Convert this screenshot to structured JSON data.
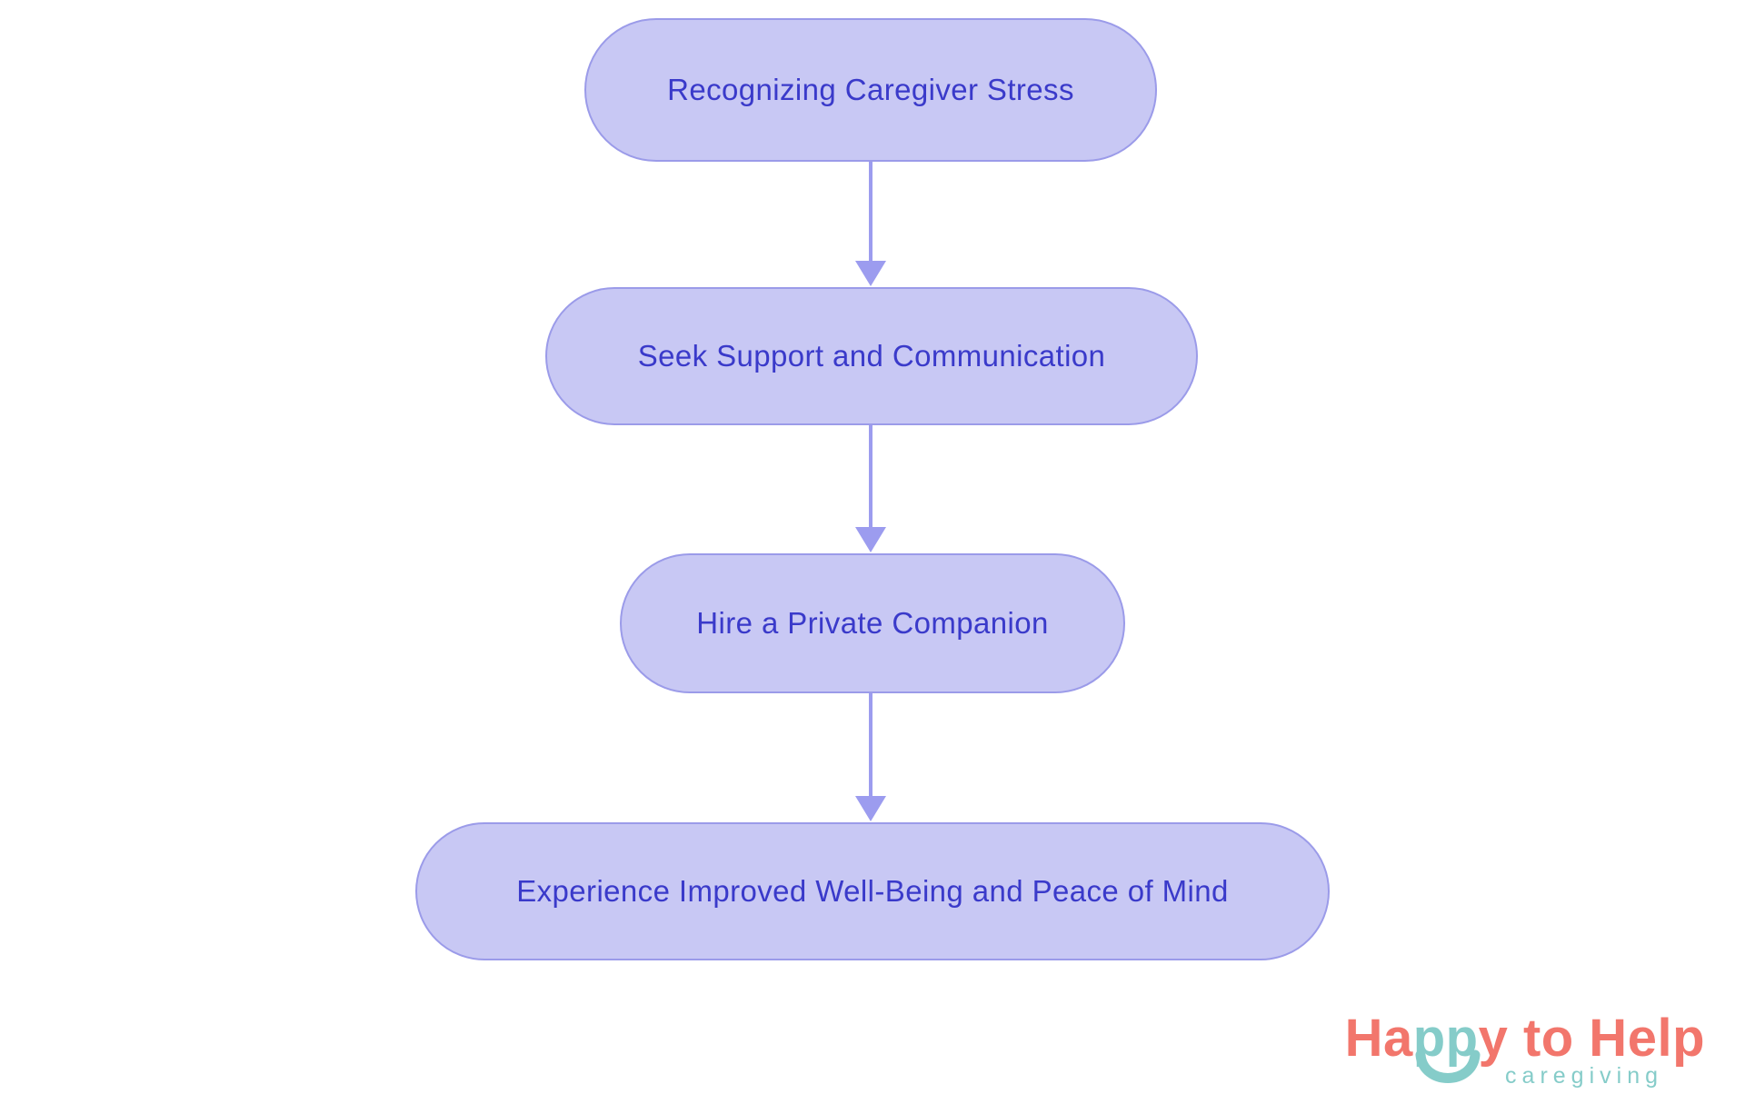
{
  "page": {
    "background": "#FFFFFF"
  },
  "flowchart": {
    "type": "vertical-flow",
    "nodes": [
      {
        "label": "Recognizing Caregiver Stress"
      },
      {
        "label": "Seek Support and Communication"
      },
      {
        "label": "Hire a Private Companion"
      },
      {
        "label": "Experience Improved Well-Being and Peace of Mind"
      }
    ],
    "connections": [
      {
        "from": 0,
        "to": 1
      },
      {
        "from": 1,
        "to": 2
      },
      {
        "from": 2,
        "to": 3
      }
    ],
    "style": {
      "node_fill": "#C8C8F4",
      "node_border": "#9B9BE9",
      "node_text": "#3A3ACA",
      "arrow_color": "#9C9CEF"
    }
  },
  "logo": {
    "title_part1": "Ha",
    "title_part2": "pp",
    "title_part3": "y to Help",
    "tagline": "caregiving",
    "colors": {
      "coral": "#F2766C",
      "teal": "#85CCC9"
    }
  }
}
